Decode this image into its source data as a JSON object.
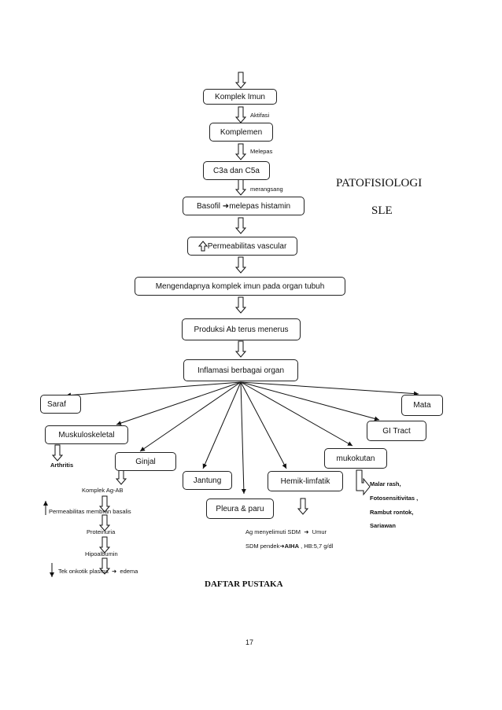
{
  "title": {
    "line1": "PATOFISIOLOGI",
    "line2": "SLE"
  },
  "nodes": {
    "kompleks_imun": "Komplek Imun",
    "komplemen": "Komplemen",
    "c3a_c5a": "C3a dan C5a",
    "basofil_a": "Basofil",
    "basofil_b": "melepas histamin",
    "permeabilitas": "Permeabilitas vascular",
    "mengendapnya": "Mengendapnya komplek imun pada organ tubuh",
    "produksi_ab": "Produksi Ab terus menerus",
    "inflamasi": "Inflamasi berbagai organ",
    "saraf": "Saraf",
    "mata": "Mata",
    "muskuloskeletal": "Muskuloskeletal",
    "gi_tract": "GI Tract",
    "ginjal": "Ginjal",
    "mukokutan": "mukokutan",
    "jantung": "Jantung",
    "hemik": "Hemik-limfatik",
    "pleura": "Pleura & paru"
  },
  "labels": {
    "aktifasi": "Aktifasi",
    "melepas": "Melepas",
    "merangsang": "merangsang"
  },
  "details": {
    "arthritis": "Arthritis",
    "ginjal_chain": [
      "Komplek Ag-AB",
      "Permeabilitas membran basalis",
      "Proteinuria",
      "Hipoalbumin",
      "Tek onkotik plasma",
      "edema"
    ],
    "mukokutan_list": [
      "Malar    rash,",
      "Fotosensitivitas  ,",
      "Rambut rontok,",
      "Sariawan"
    ],
    "hemik_line1_a": "Ag menyelimuti SDM",
    "hemik_line1_b": "Umur",
    "hemik_line2_a": "SDM pendek",
    "hemik_line2_b": "AIHA",
    "hemik_line2_c": ", HB:5,7 g/dl"
  },
  "footer": {
    "section": "DAFTAR PUSTAKA",
    "page": "17"
  },
  "icons": {
    "block_arrow": "hollow-down-arrow-icon",
    "up_arrow": "hollow-up-arrow-icon",
    "right_arrow": "right-arrow-icon"
  }
}
